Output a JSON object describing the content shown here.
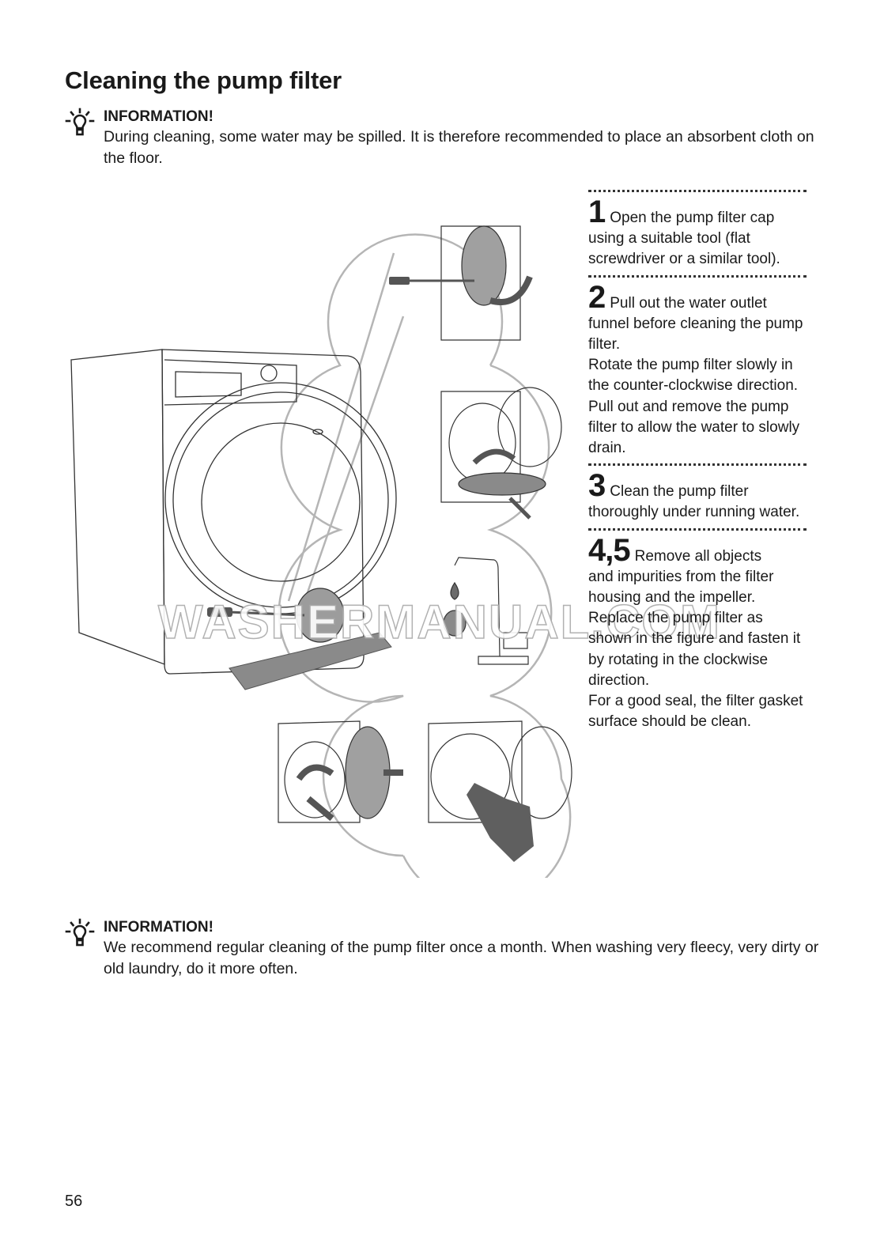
{
  "page": {
    "title": "Cleaning the pump filter",
    "page_number": "56",
    "watermark": "WASHERMANUAL.COM"
  },
  "info_top": {
    "icon": "lightbulb-icon",
    "heading": "INFORMATION!",
    "text": "During cleaning, some water may be spilled. It is therefore recommended to place an absorbent cloth on the floor."
  },
  "steps": [
    {
      "number": "1",
      "first": "Open the pump filter cap",
      "rest": "using a suitable tool (flat screwdriver or a similar tool)."
    },
    {
      "number": "2",
      "first": "Pull out the water outlet",
      "rest": "funnel before cleaning the pump filter.\nRotate the pump filter slowly in the counter-clockwise direction. Pull out and remove the pump filter to allow the water to slowly drain."
    },
    {
      "number": "3",
      "first": "Clean the pump filter",
      "rest": "thoroughly under running water."
    },
    {
      "number": "4,5",
      "first": "Remove all objects",
      "rest": "and impurities from the filter housing and the impeller.\nReplace the pump filter as shown in the figure and fasten it by rotating in the clockwise direction.\nFor a good seal, the filter gasket surface should be clean."
    }
  ],
  "illustration": {
    "description": "Washing machine with pump filter cap opened by screwdriver; magnified steps 1-5",
    "accent_gray": "#6b6b6b",
    "circle_stroke": "#b5b5b5"
  },
  "info_bottom": {
    "icon": "lightbulb-icon",
    "heading": "INFORMATION!",
    "text": "We recommend regular cleaning of the pump filter once a month. When washing very fleecy, very dirty or old laundry, do it more often."
  }
}
